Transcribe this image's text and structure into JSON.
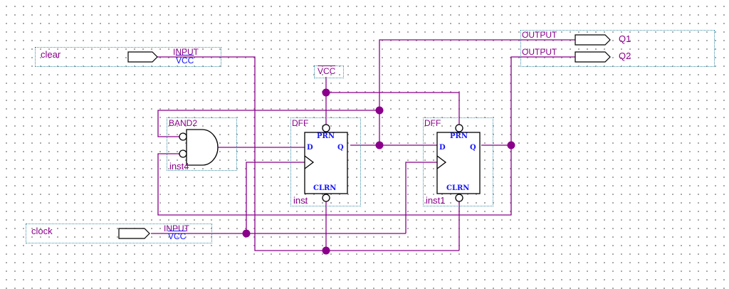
{
  "pins": {
    "clear": {
      "name": "clear",
      "type": "INPUT",
      "default": "VCC"
    },
    "clock": {
      "name": "clock",
      "type": "INPUT",
      "default": "VCC"
    },
    "q1": {
      "name": "Q1",
      "type": "OUTPUT"
    },
    "q2": {
      "name": "Q2",
      "type": "OUTPUT"
    }
  },
  "vcc_symbol": "VCC",
  "gate": {
    "type": "BAND2",
    "instance": "inst4"
  },
  "dff1": {
    "type": "DFF",
    "instance": "inst",
    "d": "D",
    "q": "Q",
    "prn": "PRN",
    "clrn": "CLRN"
  },
  "dff2": {
    "type": "DFF",
    "instance": "inst1",
    "d": "D",
    "q": "Q",
    "prn": "PRN",
    "clrn": "CLRN"
  },
  "colors": {
    "wire": "#8b008b",
    "pin_text": "#1414ff",
    "symbol": "#000000",
    "frame": "#3a8fa8"
  }
}
